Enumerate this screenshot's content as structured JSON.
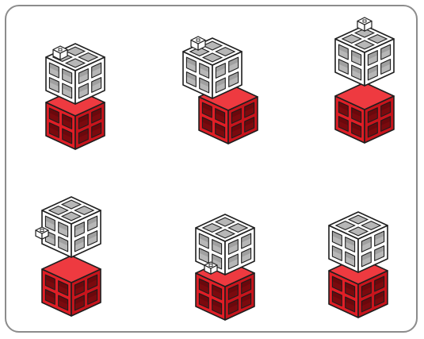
{
  "figure": {
    "description_kind": "instruction-diagram",
    "colors": {
      "red_face_light": "#e01e26",
      "red_face_dark": "#c8141c",
      "red_top": "#ee3a40",
      "red_hole": "#7a0a0e",
      "white_face": "#ffffff",
      "white_hole": "#b7b7b7",
      "outline": "#1e1e1e",
      "frame": "#8c8c8c"
    },
    "steps": [
      {
        "id": "step-1",
        "white_state": "stacked-on-red",
        "connector": "peg-on-top"
      },
      {
        "id": "step-2",
        "white_state": "tilted-offset",
        "connector": "peg-on-top"
      },
      {
        "id": "step-3",
        "white_state": "lifted-above-red",
        "connector": "peg-on-top"
      },
      {
        "id": "step-4",
        "white_state": "lifted-above-red",
        "connector": "peg-on-side"
      },
      {
        "id": "step-5",
        "white_state": "stacked-on-red",
        "connector": "peg-in-front-hole"
      },
      {
        "id": "step-6",
        "white_state": "stacked-on-red",
        "connector": "none"
      }
    ]
  }
}
